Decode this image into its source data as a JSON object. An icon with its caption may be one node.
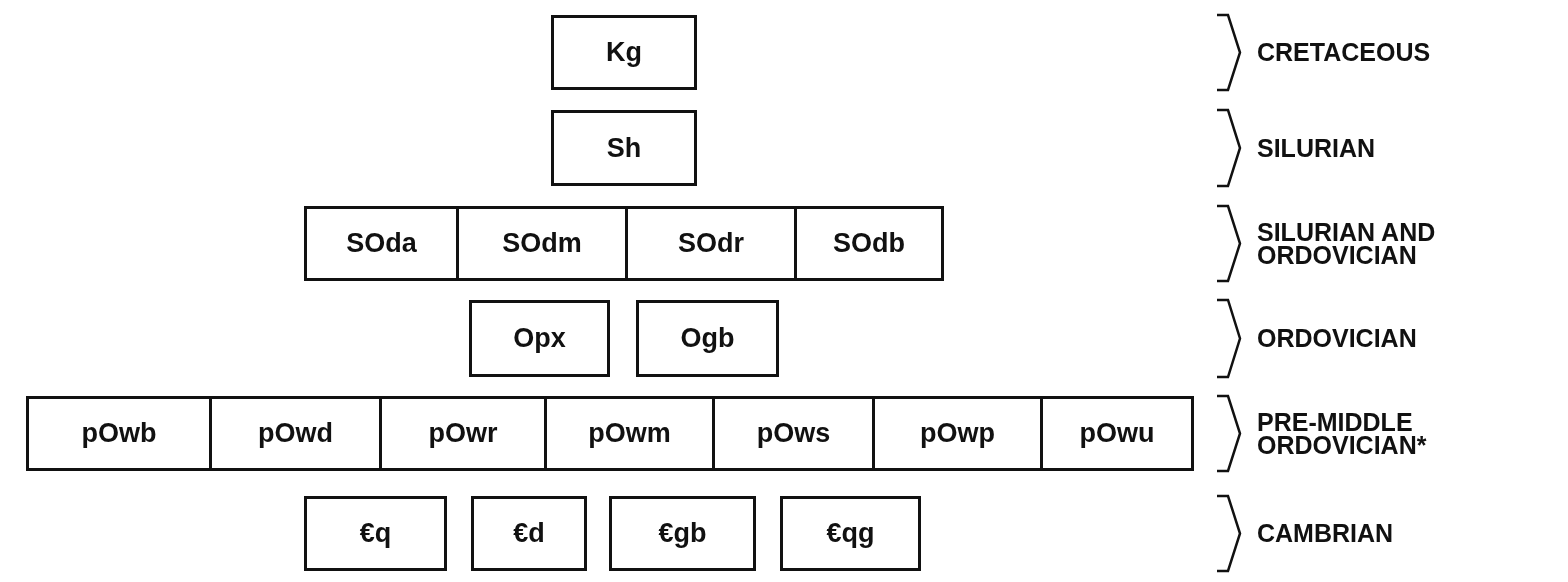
{
  "diagram": {
    "nodes": [
      {
        "text": [
          "Kg"
        ]
      },
      {
        "text": [
          "Sh"
        ]
      },
      {
        "text": [
          "SOda"
        ]
      },
      {
        "text": [
          "SOdm"
        ]
      },
      {
        "text": [
          "SOdr"
        ]
      },
      {
        "text": [
          "SOdb"
        ]
      },
      {
        "text": [
          "Opx"
        ]
      },
      {
        "text": [
          "Ogb"
        ]
      },
      {
        "text": [
          "pOwb"
        ]
      },
      {
        "text": [
          "pOwd"
        ]
      },
      {
        "text": [
          "pOwr"
        ]
      },
      {
        "text": [
          "pOwm"
        ]
      },
      {
        "text": [
          "pOws"
        ]
      },
      {
        "text": [
          "pOwp"
        ]
      },
      {
        "text": [
          "pOwu"
        ]
      },
      {
        "text": [
          "€q"
        ]
      },
      {
        "text": [
          "€d"
        ]
      },
      {
        "text": [
          "€gb"
        ]
      },
      {
        "text": [
          "€qg"
        ]
      }
    ],
    "labels": [
      "CRETACEOUS",
      "SILURIAN",
      "SILURIAN AND ORDOVICIAN",
      "ORDOVICIAN",
      "PRE-MIDDLE ORDOVICIAN*",
      "CAMBRIAN"
    ]
  }
}
